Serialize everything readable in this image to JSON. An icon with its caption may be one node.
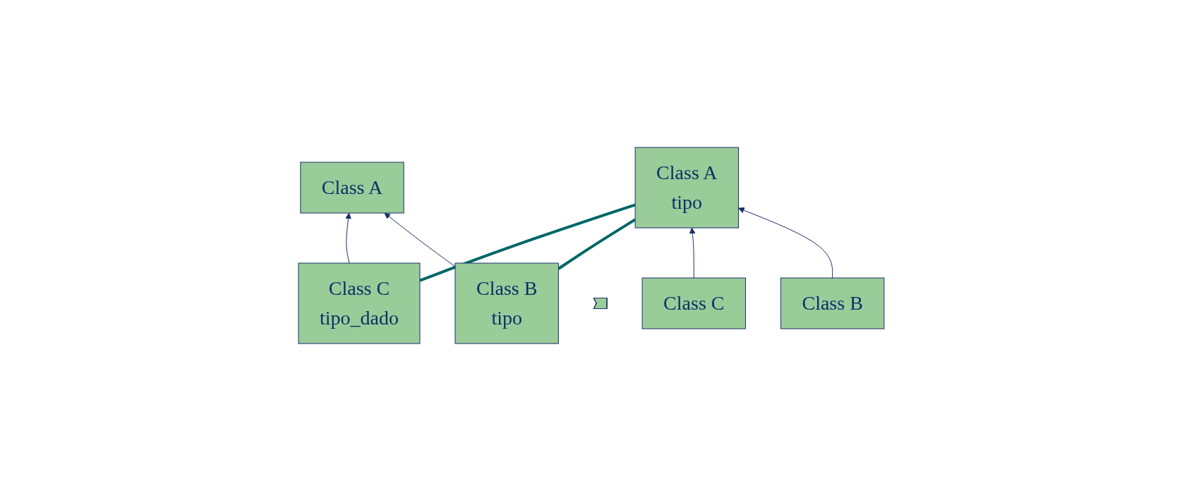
{
  "diagram": {
    "nodes": [
      {
        "text": [
          "Class A"
        ]
      },
      {
        "text": [
          "Class B",
          "tipo"
        ]
      },
      {
        "text": [
          "Class C",
          "tipo_dado"
        ]
      },
      {
        "text": [],
        "shape": "arrow"
      },
      {
        "text": [
          "Class A",
          "tipo"
        ]
      },
      {
        "text": [
          "Class B"
        ]
      },
      {
        "text": [
          "Class C"
        ]
      }
    ],
    "edges": [
      {
        "from": 1,
        "to": 0,
        "arrow": "to"
      },
      {
        "from": 2,
        "to": 0,
        "arrow": "to"
      },
      {
        "from": 5,
        "to": 4,
        "arrow": "to"
      },
      {
        "from": 6,
        "to": 4,
        "arrow": "to"
      },
      {
        "from": 1,
        "to": 4,
        "arrow": "none",
        "style": "thick",
        "color": "#006666"
      },
      {
        "from": 2,
        "to": 4,
        "arrow": "none",
        "style": "thick",
        "color": "#006666"
      }
    ]
  }
}
